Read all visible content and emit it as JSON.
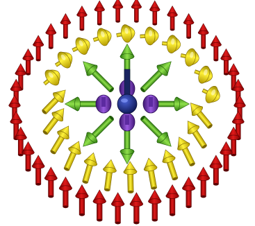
{
  "image": {
    "subject": "skyrmion-spin-texture-illustration",
    "background": "#ffffff",
    "center_spin": {
      "direction": "out-of-plane",
      "color": "#1c2a7a"
    },
    "rings": [
      {
        "name": "inner-ring",
        "color": "#6a2fb0",
        "arrow_count": 4,
        "tilt": "near-vertical"
      },
      {
        "name": "second-ring",
        "color": "#55b52a",
        "arrow_count": 8,
        "tilt": "in-plane-radial"
      },
      {
        "name": "third-ring",
        "color": "#e8cf12",
        "arrow_count": 22,
        "tilt": "tilted"
      },
      {
        "name": "outer-ring",
        "color": "#c71414",
        "arrow_count": 38,
        "tilt": "vertical-up"
      }
    ]
  }
}
